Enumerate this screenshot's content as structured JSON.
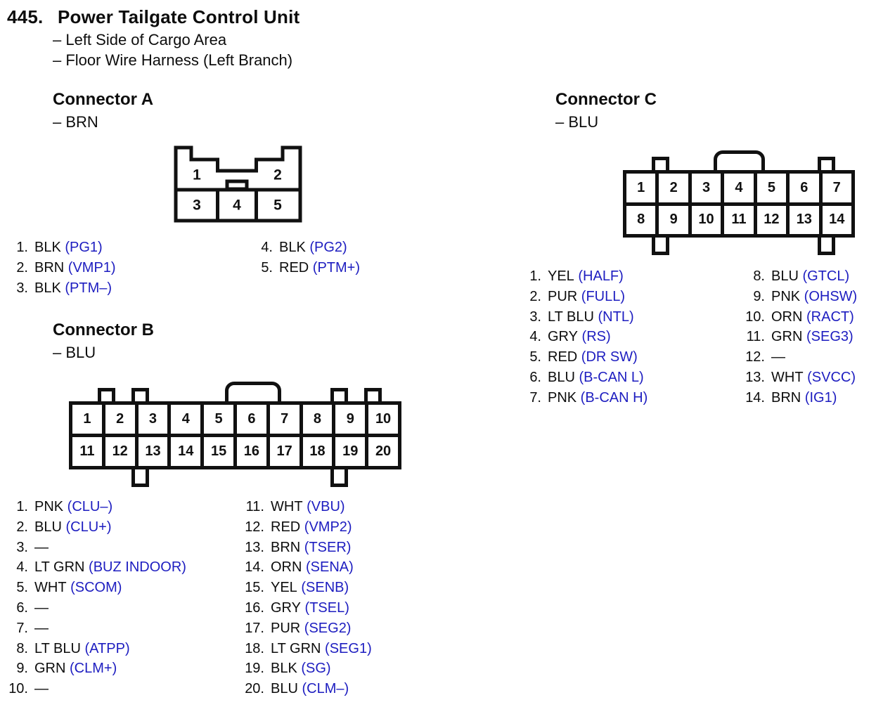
{
  "page": {
    "index": "445.",
    "title": "Power Tailgate Control Unit",
    "location_lines": [
      "– Left Side of Cargo Area",
      "– Floor Wire Harness (Left Branch)"
    ]
  },
  "colors": {
    "signal_blue": "#1d1dc0",
    "ink_black": "#0d0d0d"
  },
  "connectors": {
    "a": {
      "heading": "Connector A",
      "color_note": "– BRN",
      "diagram_cells": [
        "1",
        "2",
        "3",
        "4",
        "5"
      ],
      "pins_left": [
        {
          "n": "1.",
          "wire": "BLK",
          "signal": "(PG1)"
        },
        {
          "n": "2.",
          "wire": "BRN",
          "signal": "(VMP1)"
        },
        {
          "n": "3.",
          "wire": "BLK",
          "signal": "(PTM–)"
        }
      ],
      "pins_right": [
        {
          "n": "4.",
          "wire": "BLK",
          "signal": "(PG2)"
        },
        {
          "n": "5.",
          "wire": "RED",
          "signal": "(PTM+)"
        }
      ]
    },
    "b": {
      "heading": "Connector B",
      "color_note": "– BLU",
      "diagram_rows": [
        [
          "1",
          "2",
          "3",
          "4",
          "5",
          "6",
          "7",
          "8",
          "9",
          "10"
        ],
        [
          "11",
          "12",
          "13",
          "14",
          "15",
          "16",
          "17",
          "18",
          "19",
          "20"
        ]
      ],
      "pins_left": [
        {
          "n": "1.",
          "wire": "PNK",
          "signal": "(CLU–)"
        },
        {
          "n": "2.",
          "wire": "BLU",
          "signal": "(CLU+)"
        },
        {
          "n": "3.",
          "wire": "—",
          "signal": ""
        },
        {
          "n": "4.",
          "wire": "LT GRN",
          "signal": "(BUZ INDOOR)"
        },
        {
          "n": "5.",
          "wire": "WHT",
          "signal": "(SCOM)"
        },
        {
          "n": "6.",
          "wire": "—",
          "signal": ""
        },
        {
          "n": "7.",
          "wire": "—",
          "signal": ""
        },
        {
          "n": "8.",
          "wire": "LT BLU",
          "signal": "(ATPP)"
        },
        {
          "n": "9.",
          "wire": "GRN",
          "signal": "(CLM+)"
        },
        {
          "n": "10.",
          "wire": "—",
          "signal": ""
        }
      ],
      "pins_right": [
        {
          "n": "11.",
          "wire": "WHT",
          "signal": "(VBU)"
        },
        {
          "n": "12.",
          "wire": "RED",
          "signal": "(VMP2)"
        },
        {
          "n": "13.",
          "wire": "BRN",
          "signal": "(TSER)"
        },
        {
          "n": "14.",
          "wire": "ORN",
          "signal": "(SENA)"
        },
        {
          "n": "15.",
          "wire": "YEL",
          "signal": "(SENB)"
        },
        {
          "n": "16.",
          "wire": "GRY",
          "signal": "(TSEL)"
        },
        {
          "n": "17.",
          "wire": "PUR",
          "signal": "(SEG2)"
        },
        {
          "n": "18.",
          "wire": "LT GRN",
          "signal": "(SEG1)"
        },
        {
          "n": "19.",
          "wire": "BLK",
          "signal": "(SG)"
        },
        {
          "n": "20.",
          "wire": "BLU",
          "signal": "(CLM–)"
        }
      ]
    },
    "c": {
      "heading": "Connector C",
      "color_note": "– BLU",
      "diagram_rows": [
        [
          "1",
          "2",
          "3",
          "4",
          "5",
          "6",
          "7"
        ],
        [
          "8",
          "9",
          "10",
          "11",
          "12",
          "13",
          "14"
        ]
      ],
      "pins_left": [
        {
          "n": "1.",
          "wire": "YEL",
          "signal": "(HALF)"
        },
        {
          "n": "2.",
          "wire": "PUR",
          "signal": "(FULL)"
        },
        {
          "n": "3.",
          "wire": "LT BLU",
          "signal": "(NTL)"
        },
        {
          "n": "4.",
          "wire": "GRY",
          "signal": "(RS)"
        },
        {
          "n": "5.",
          "wire": "RED",
          "signal": "(DR SW)"
        },
        {
          "n": "6.",
          "wire": "BLU",
          "signal": "(B-CAN L)"
        },
        {
          "n": "7.",
          "wire": "PNK",
          "signal": "(B-CAN H)"
        }
      ],
      "pins_right": [
        {
          "n": "8.",
          "wire": "BLU",
          "signal": "(GTCL)"
        },
        {
          "n": "9.",
          "wire": "PNK",
          "signal": "(OHSW)"
        },
        {
          "n": "10.",
          "wire": "ORN",
          "signal": "(RACT)"
        },
        {
          "n": "11.",
          "wire": "GRN",
          "signal": "(SEG3)"
        },
        {
          "n": "12.",
          "wire": "—",
          "signal": ""
        },
        {
          "n": "13.",
          "wire": "WHT",
          "signal": "(SVCC)"
        },
        {
          "n": "14.",
          "wire": "BRN",
          "signal": "(IG1)"
        }
      ]
    }
  }
}
